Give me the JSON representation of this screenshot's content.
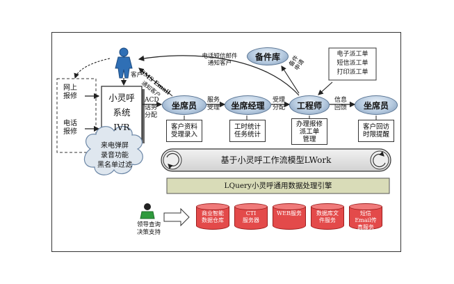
{
  "left_inputs": {
    "online_repair": "网上\n报修",
    "phone_repair": "电话\n报修"
  },
  "ivr_box": "小灵呼\n系统\nIVR",
  "customer_top": "客户",
  "customer_side": "客户",
  "sms_email": "SMS Email",
  "notify_customer_diag": "通知客户",
  "phone_sms_mail": "电话短信邮件\n通知客户",
  "parts_store": "备件库",
  "parts_apply": "备件\n申请",
  "dispatch_box": "电子派工单\n短信派工单\n打印派工单",
  "acd": "ACD\n话务\n分配",
  "service_accept": "服务\n受理",
  "accept_dispatch": "受理\n分配",
  "info_feedback": "信息\n回馈",
  "roles": {
    "agent1": "坐席员",
    "manager": "坐席经理",
    "engineer": "工程师",
    "agent2": "坐席员"
  },
  "role_boxes": {
    "agent1": "客户资料\n受理录入",
    "manager": "工时统计\n任务统计",
    "engineer": "办理报修\n派工单\n管理",
    "agent2": "客户回访\n时限提醒"
  },
  "cloud_text": "来电弹屏\n录音功能\n黑名单过滤",
  "workflow_bar": "基于小灵呼工作流模型LWork",
  "engine_bar": "LQuery小灵呼通用数据处理引擎",
  "leader_text": "领导查询\n决策支持",
  "databases": [
    {
      "label": "商业智能\n数据仓库"
    },
    {
      "label": "CTI\n服务器"
    },
    {
      "label": "WEB服务"
    },
    {
      "label": "数据库文\n件服务"
    },
    {
      "label": "短信\nEmail传\n真服务"
    }
  ],
  "colors": {
    "ellipse": "#b7cbe0",
    "engine_bar": "#d9dcb8",
    "database": "#e34a4a",
    "cloud": "#dfe7ef",
    "person": "#2f6fb5",
    "leader": "#2e9a3c"
  }
}
